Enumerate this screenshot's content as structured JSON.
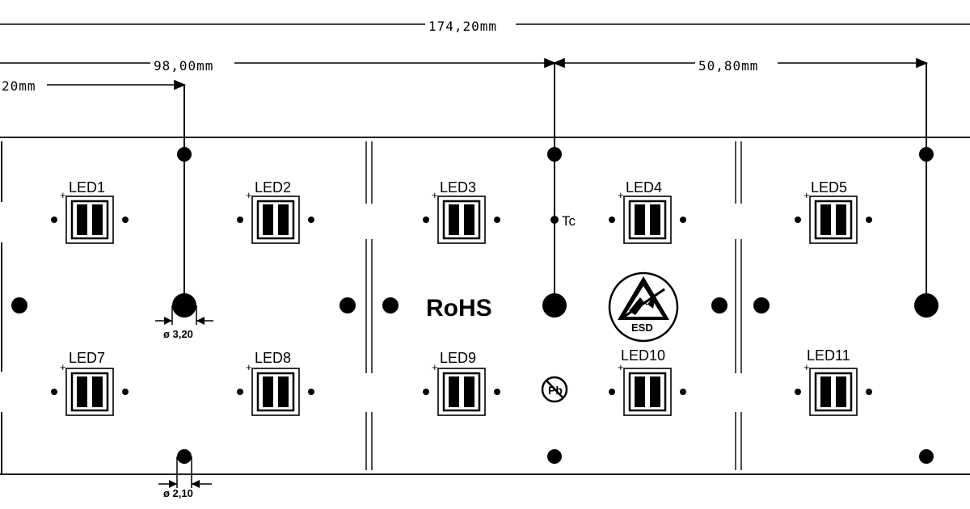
{
  "dimensions": {
    "overall": "174,20mm",
    "span_a": "98,00mm",
    "span_b": "50,80mm",
    "span_c": "20mm"
  },
  "holes": {
    "large": "ø 3,20",
    "small": "ø 2,10"
  },
  "leds": [
    "LED1",
    "LED2",
    "LED3",
    "LED4",
    "LED5",
    "LED7",
    "LED8",
    "LED9",
    "LED10",
    "LED11"
  ],
  "marks": {
    "rohs": "RoHS",
    "esd": "ESD",
    "tc": "Tc",
    "lead_free": "Pb"
  },
  "colors": {
    "ink": "#000000",
    "paper": "#ffffff"
  }
}
